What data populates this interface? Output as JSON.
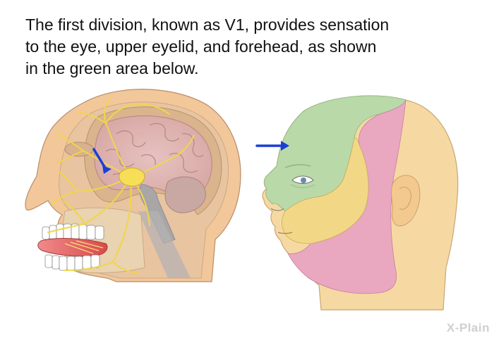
{
  "caption": {
    "lines": [
      "The first division, known as V1, provides sensation",
      "to the eye, upper eyelid, and forehead, as shown",
      "in the green area below."
    ]
  },
  "brand": {
    "label": "X-Plain"
  },
  "illustration": {
    "left_panel": "head-cross-section-with-trigeminal-nerve",
    "right_panel": "face-profile-with-dermatome-zones",
    "colors": {
      "v1_zone": "#b9d9a8",
      "v2_zone": "#f5d99a",
      "v3_zone": "#e9a7c0",
      "skin": "#f6d9a2",
      "nerve": "#f0d64a",
      "arrow": "#1a3fd6"
    }
  }
}
